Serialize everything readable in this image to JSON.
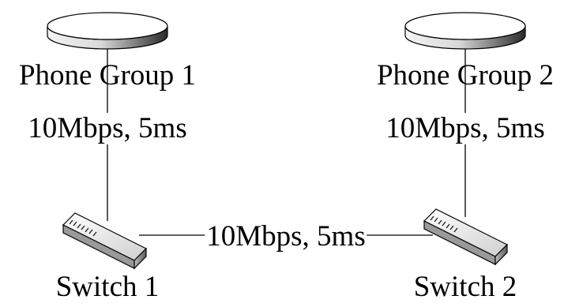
{
  "nodes": {
    "phone_group_1": {
      "label": "Phone Group 1",
      "type": "phone-group"
    },
    "phone_group_2": {
      "label": "Phone Group 2",
      "type": "phone-group"
    },
    "switch_1": {
      "label": "Switch 1",
      "type": "switch"
    },
    "switch_2": {
      "label": "Switch 2",
      "type": "switch"
    }
  },
  "links": [
    {
      "from": "phone_group_1",
      "to": "switch_1",
      "label": "10Mbps, 5ms"
    },
    {
      "from": "phone_group_2",
      "to": "switch_2",
      "label": "10Mbps, 5ms"
    },
    {
      "from": "switch_1",
      "to": "switch_2",
      "label": "10Mbps, 5ms"
    }
  ],
  "colors": {
    "line": "#000000",
    "background": "#ffffff"
  }
}
